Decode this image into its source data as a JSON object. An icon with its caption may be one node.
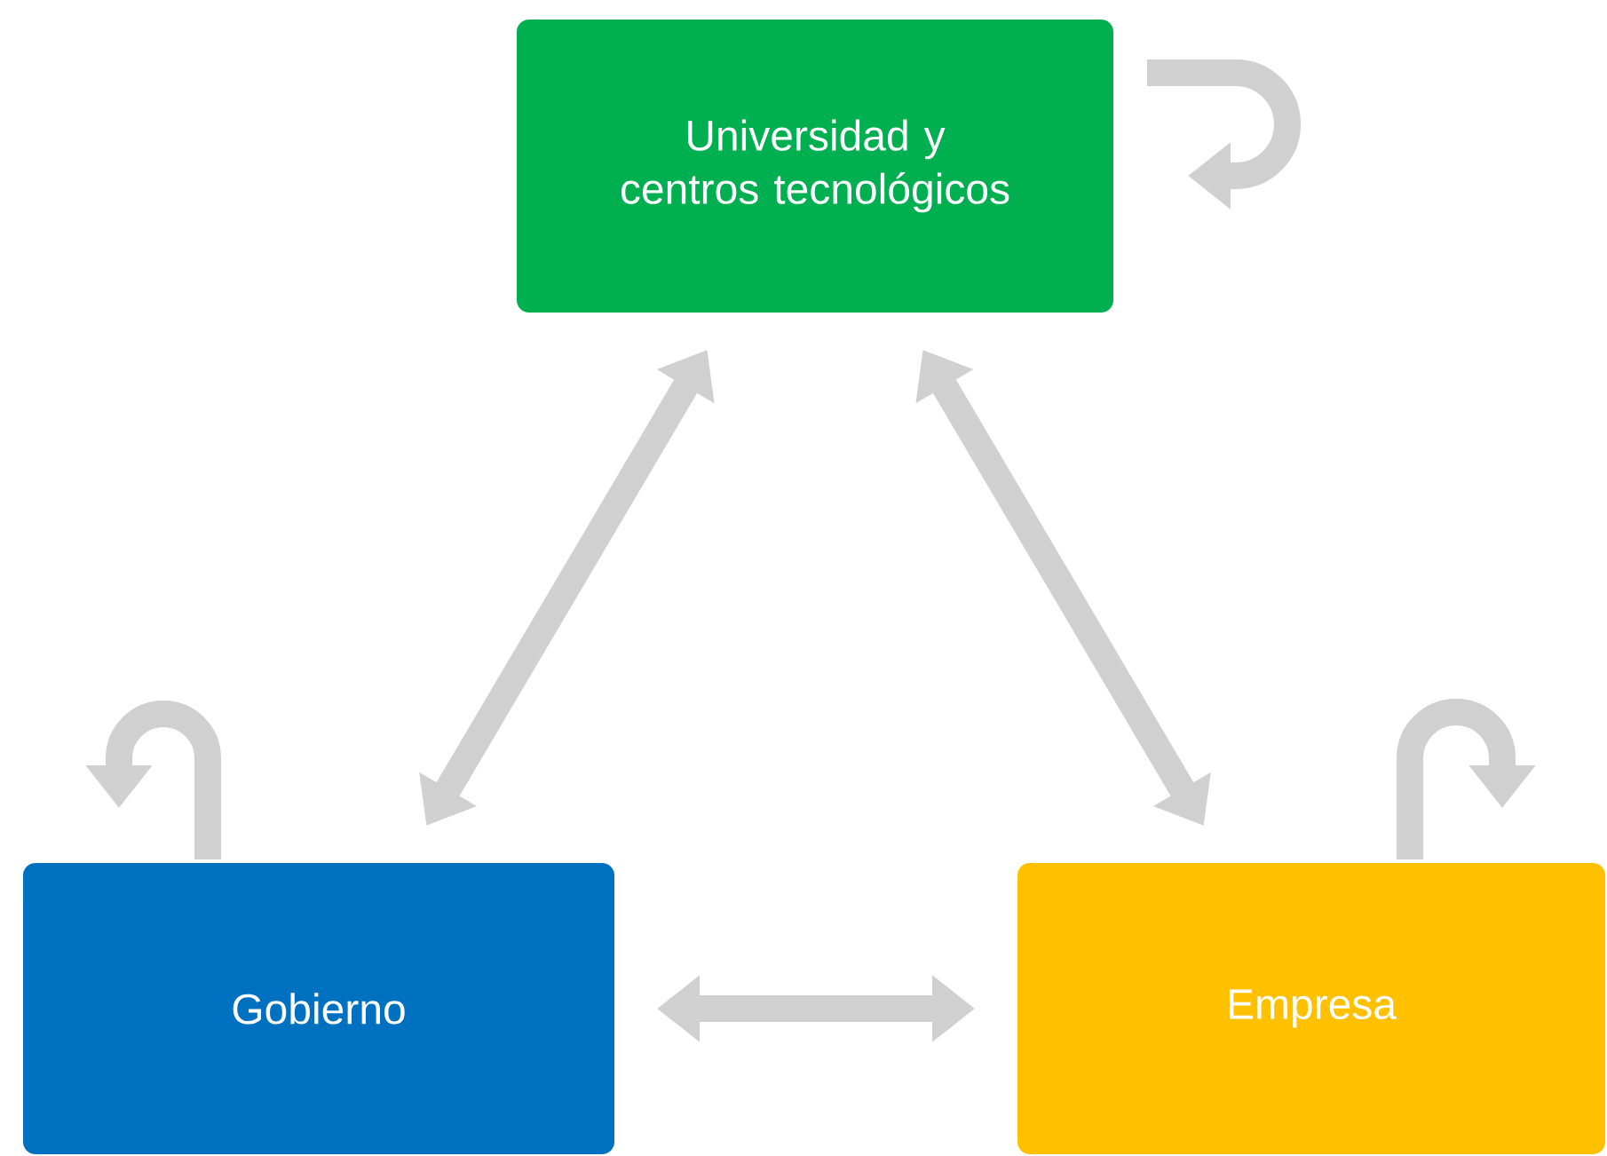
{
  "diagram": {
    "nodes": [
      {
        "text": [
          "Universidad y centros tecnológicos"
        ]
      },
      {
        "text": [
          "Gobierno"
        ]
      },
      {
        "text": [
          "Empresa"
        ]
      }
    ],
    "edges": [
      {
        "from": 0,
        "to": 0,
        "arrow": "to"
      },
      {
        "from": 0,
        "to": 1,
        "arrow": "both"
      },
      {
        "from": 0,
        "to": 2,
        "arrow": "both"
      },
      {
        "from": 1,
        "to": 1,
        "arrow": "to"
      },
      {
        "from": 2,
        "to": 2,
        "arrow": "to"
      },
      {
        "from": 1,
        "to": 2,
        "arrow": "both"
      }
    ]
  }
}
